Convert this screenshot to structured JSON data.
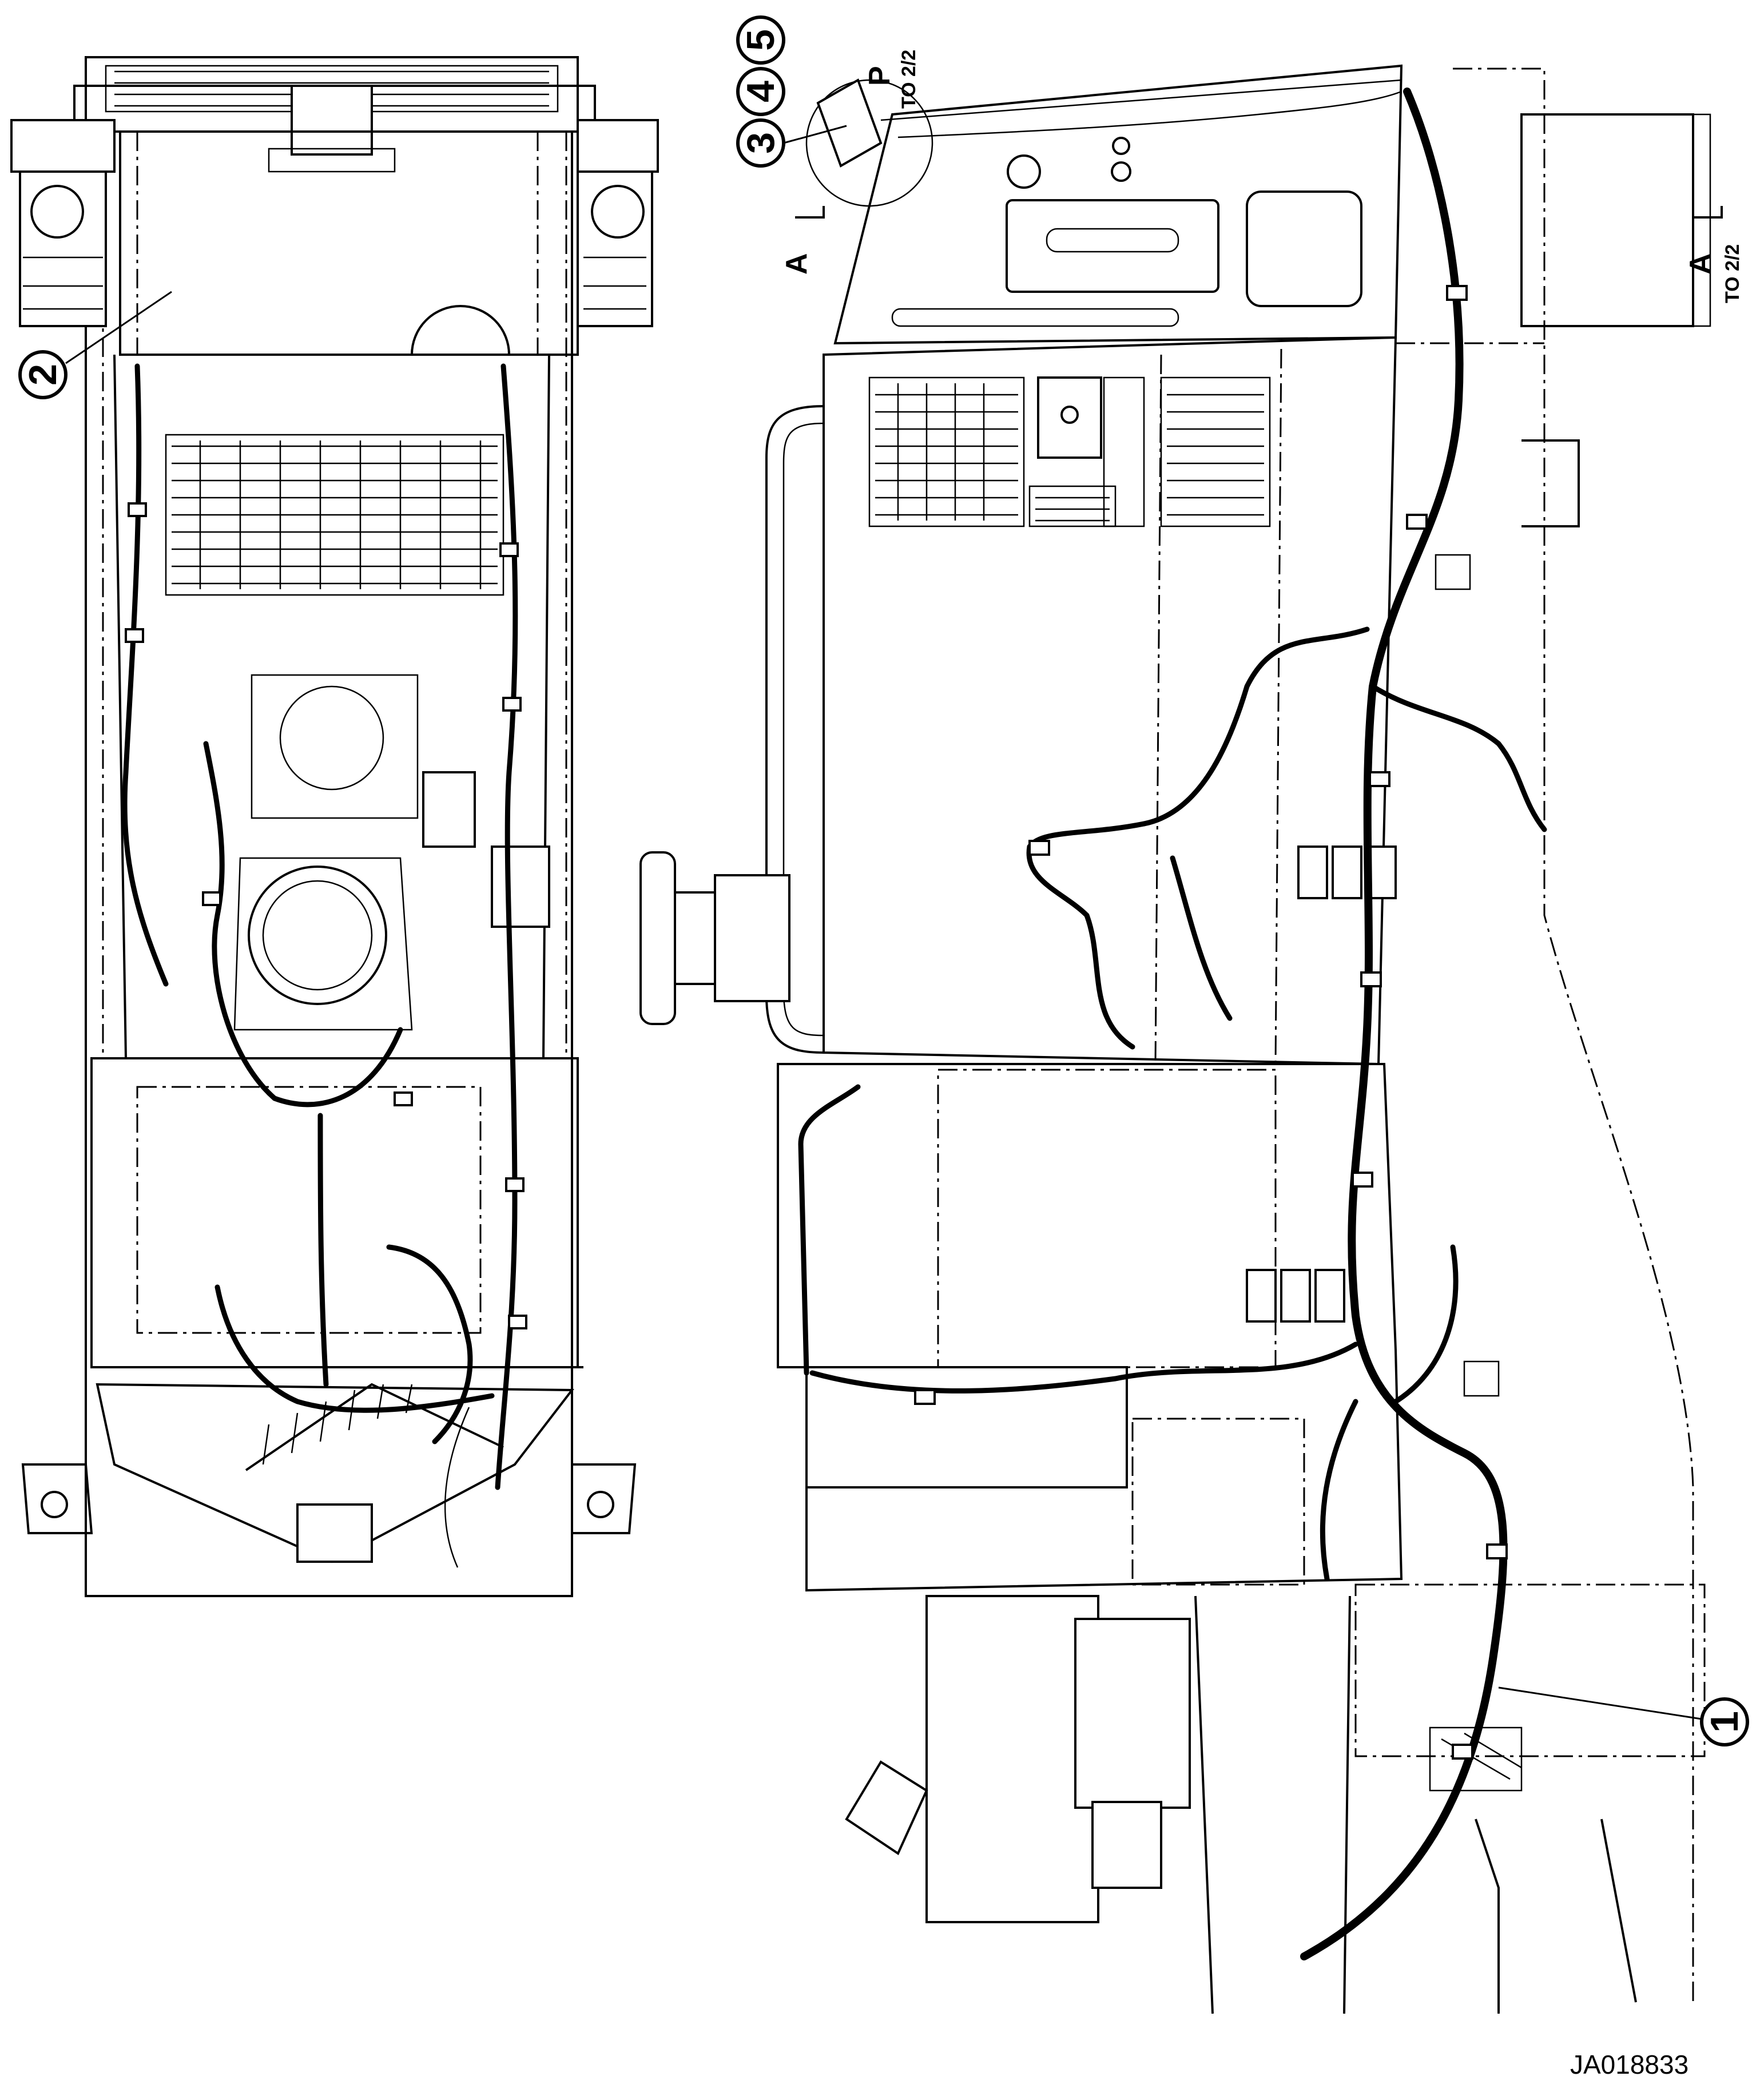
{
  "callouts": [
    {
      "id": "1",
      "label": "1"
    },
    {
      "id": "2",
      "label": "2"
    },
    {
      "id": "3",
      "label": "3"
    },
    {
      "id": "4",
      "label": "4"
    },
    {
      "id": "5",
      "label": "5"
    }
  ],
  "section_marks": {
    "a_left": "A",
    "a_right": "A",
    "a_right_ref": "TO 2/2",
    "p_mark": "P",
    "p_ref": "TO 2/2"
  },
  "drawing_code": "JA018833"
}
